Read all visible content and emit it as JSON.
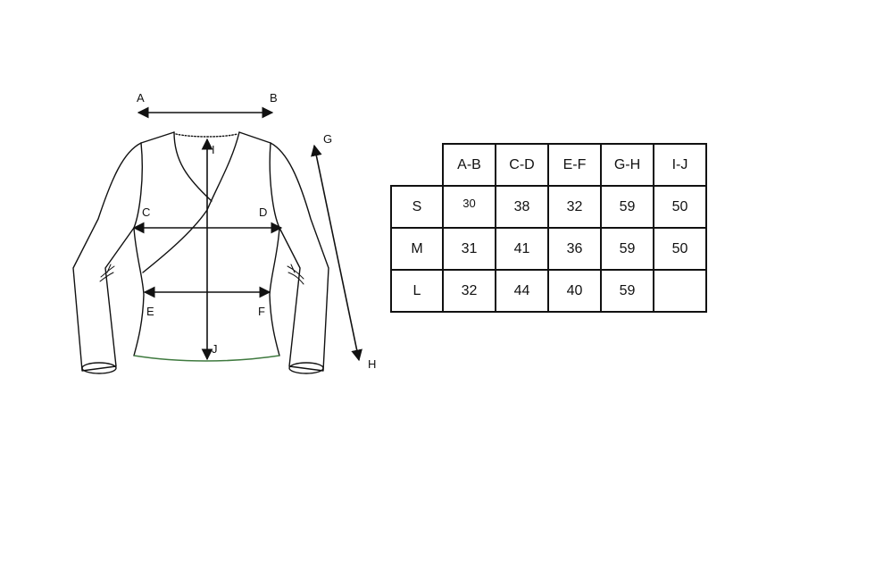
{
  "diagram": {
    "point_labels": {
      "A": "A",
      "B": "B",
      "C": "C",
      "D": "D",
      "E": "E",
      "F": "F",
      "G": "G",
      "H": "H",
      "I": "I",
      "J": "J"
    },
    "colors": {
      "line": "#111111",
      "hem": "#3f7a3f"
    }
  },
  "table": {
    "columns": [
      "A-B",
      "C-D",
      "E-F",
      "G-H",
      "I-J"
    ],
    "rows": [
      {
        "size": "S",
        "values": [
          "30",
          "38",
          "32",
          "59",
          "50"
        ]
      },
      {
        "size": "M",
        "values": [
          "31",
          "41",
          "36",
          "59",
          "50"
        ]
      },
      {
        "size": "L",
        "values": [
          "32",
          "44",
          "40",
          "59",
          ""
        ]
      }
    ]
  }
}
